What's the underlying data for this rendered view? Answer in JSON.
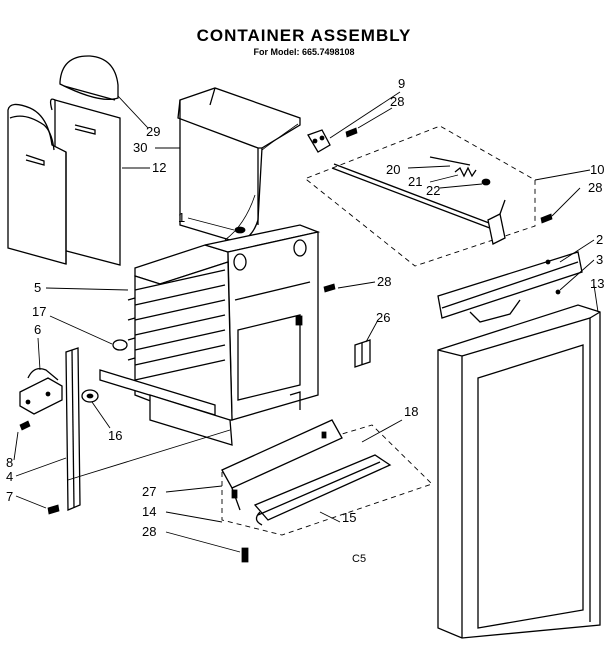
{
  "title": "CONTAINER ASSEMBLY",
  "subtitle": "For Model: 665.7498108",
  "figure_code": "C5",
  "callouts": [
    {
      "id": "p1",
      "label": "1"
    },
    {
      "id": "p2",
      "label": "2"
    },
    {
      "id": "p3",
      "label": "3"
    },
    {
      "id": "p4",
      "label": "4"
    },
    {
      "id": "p5",
      "label": "5"
    },
    {
      "id": "p6",
      "label": "6"
    },
    {
      "id": "p7",
      "label": "7"
    },
    {
      "id": "p8",
      "label": "8"
    },
    {
      "id": "p9",
      "label": "9"
    },
    {
      "id": "p10",
      "label": "10"
    },
    {
      "id": "p12",
      "label": "12"
    },
    {
      "id": "p13",
      "label": "13"
    },
    {
      "id": "p14",
      "label": "14"
    },
    {
      "id": "p15",
      "label": "15"
    },
    {
      "id": "p16",
      "label": "16"
    },
    {
      "id": "p17",
      "label": "17"
    },
    {
      "id": "p18",
      "label": "18"
    },
    {
      "id": "p20",
      "label": "20"
    },
    {
      "id": "p21",
      "label": "21"
    },
    {
      "id": "p22",
      "label": "22"
    },
    {
      "id": "p26",
      "label": "26"
    },
    {
      "id": "p27",
      "label": "27"
    },
    {
      "id": "p28a",
      "label": "28"
    },
    {
      "id": "p28b",
      "label": "28"
    },
    {
      "id": "p28c",
      "label": "28"
    },
    {
      "id": "p28d",
      "label": "28"
    },
    {
      "id": "p29",
      "label": "29"
    },
    {
      "id": "p30",
      "label": "30"
    }
  ]
}
